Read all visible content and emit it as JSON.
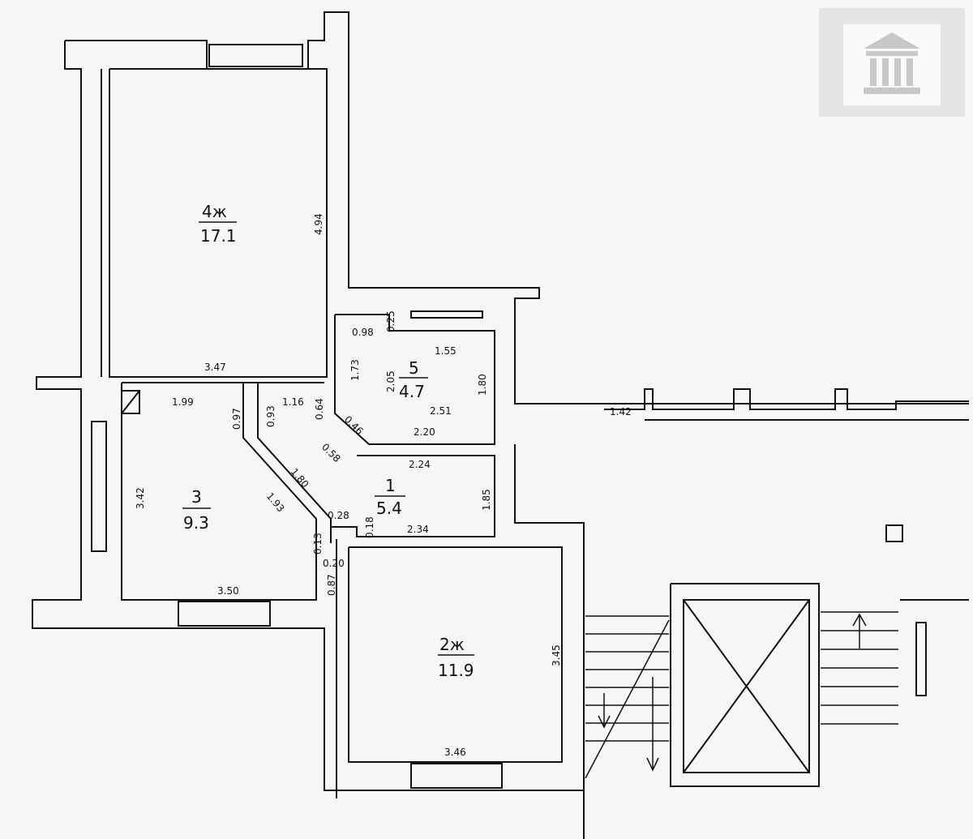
{
  "rooms": [
    {
      "num": "4ж",
      "area": "17.1"
    },
    {
      "num": "3",
      "area": "9.3"
    },
    {
      "num": "5",
      "area": "4.7"
    },
    {
      "num": "1",
      "area": "5.4"
    },
    {
      "num": "2ж",
      "area": "11.9"
    }
  ],
  "dims": {
    "r4_width": "3.47",
    "r4_height": "4.94",
    "r3_top": "1.99",
    "r3_left": "3.42",
    "r3_bottom": "3.50",
    "d097": "0.97",
    "d093": "0.93",
    "d116": "1.16",
    "d064": "0.64",
    "d098": "0.98",
    "d025": "0.25",
    "d155": "1.55",
    "d173": "1.73",
    "d205": "2.05",
    "d180a": "1.80",
    "d251": "2.51",
    "d046": "0.46",
    "d220": "2.20",
    "d058": "0.58",
    "d224": "2.24",
    "d180b": "1.80",
    "d193": "1.93",
    "d185": "1.85",
    "d028": "0.28",
    "d018": "0.18",
    "d234": "2.34",
    "d013": "0.13",
    "d020": "0.20",
    "d087": "0.87",
    "d142": "1.42",
    "d345": "3.45",
    "d346": "3.46"
  },
  "colors": {
    "ink": "#111111",
    "paper": "#f6f6f4",
    "logo_bg": "#e4e4e4",
    "logo_icon": "#c8c8c8"
  },
  "logo": {
    "icon": "bank-building-icon"
  }
}
